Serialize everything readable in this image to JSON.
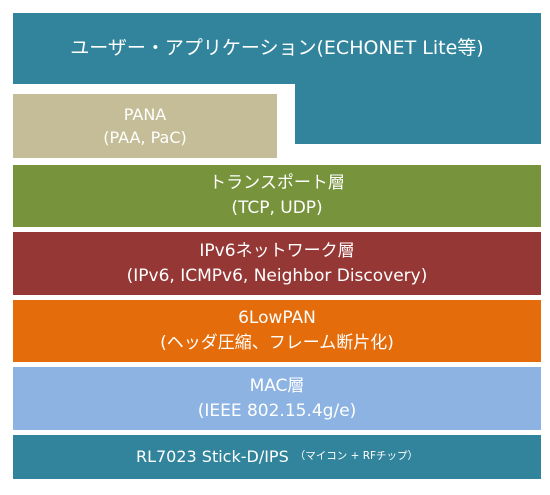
{
  "layers": {
    "application": {
      "line1": "ユーザー・アプリケーション(ECHONET Lite等)"
    },
    "pana": {
      "line1": "PANA",
      "line2": "(PAA, PaC)"
    },
    "transport": {
      "line1": "トランスポート層",
      "line2": "(TCP, UDP)"
    },
    "ipv6": {
      "line1": "IPv6ネットワーク層",
      "line2": "(IPv6, ICMPv6, Neighbor Discovery)"
    },
    "lowpan": {
      "line1": "6LowPAN",
      "line2": "(ヘッダ圧縮、フレーム断片化)"
    },
    "mac": {
      "line1": "MAC層",
      "line2": "(IEEE 802.15.4g/e)"
    },
    "hardware": {
      "main": "RL7023 Stick-D/IPS",
      "note": "（マイコン + RFチップ）"
    }
  },
  "colors": {
    "application": "#31849b",
    "pana": "#c4bd97",
    "transport": "#77933c",
    "ipv6": "#953735",
    "lowpan": "#e46c0a",
    "mac": "#8db3e2",
    "hardware": "#31849b"
  }
}
